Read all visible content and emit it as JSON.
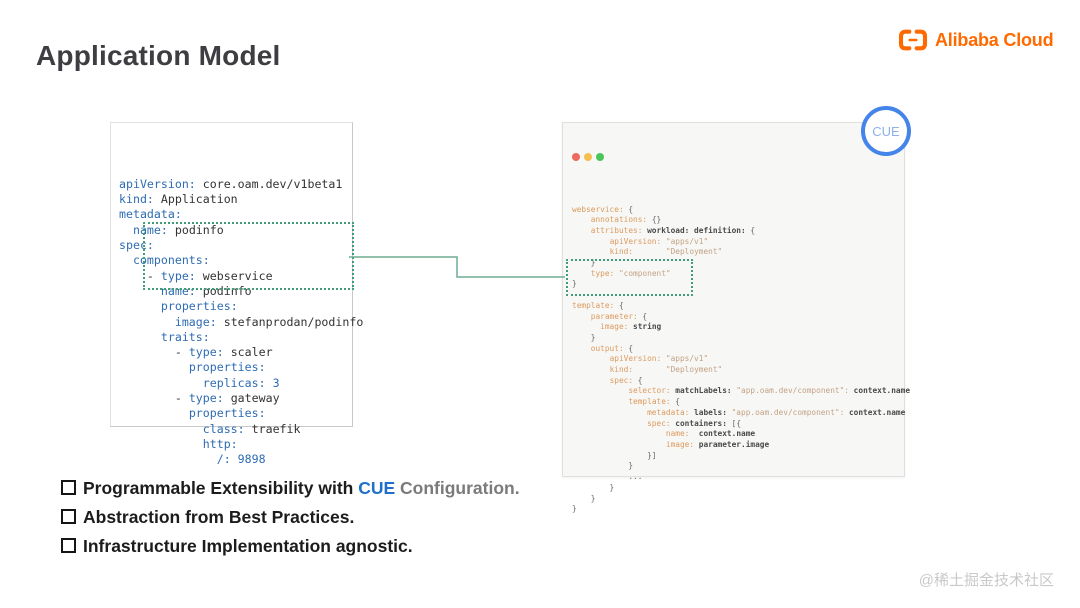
{
  "title": "Application Model",
  "logo": {
    "text": "Alibaba Cloud"
  },
  "cue_badge_label": "CUE",
  "watermark": "@稀土掘金技术社区",
  "colors": {
    "alibaba_orange": "#ff6a00",
    "yaml_key_blue": "#2e6cb3",
    "cue_key_orange": "#dc9a5e",
    "cue_string_tan": "#c3a284",
    "highlight_green": "#3f9e77",
    "connector_green": "#6fae92",
    "cue_badge_blue": "#4584e8",
    "bullet_cue_blue": "#1e70c8",
    "window_dot_red": "#ed6a5e",
    "window_dot_yellow": "#f5bf4f",
    "window_dot_green": "#4cc659"
  },
  "bullets": [
    {
      "segments": [
        [
          "dark",
          "Programmable Extensibility with "
        ],
        [
          "blue",
          "CUE"
        ],
        [
          "gray",
          " Configuration."
        ]
      ]
    },
    {
      "segments": [
        [
          "dark",
          "Abstraction from Best Practices."
        ]
      ]
    },
    {
      "segments": [
        [
          "dark",
          "Infrastructure Implementation agnostic."
        ]
      ]
    }
  ],
  "yaml_block": {
    "lines": [
      [
        [
          "k",
          "apiVersion:"
        ],
        [
          "v",
          " core.oam.dev/v1beta1"
        ]
      ],
      [
        [
          "k",
          "kind:"
        ],
        [
          "v",
          " Application"
        ]
      ],
      [
        [
          "k",
          "metadata:"
        ]
      ],
      [
        [
          "v",
          "  "
        ],
        [
          "k",
          "name:"
        ],
        [
          "v",
          " podinfo"
        ]
      ],
      [
        [
          "k",
          "spec:"
        ]
      ],
      [
        [
          "v",
          "  "
        ],
        [
          "k",
          "components:"
        ]
      ],
      [
        [
          "v",
          "    - "
        ],
        [
          "k",
          "type:"
        ],
        [
          "v",
          " webservice"
        ]
      ],
      [
        [
          "v",
          "      "
        ],
        [
          "k",
          "name:"
        ],
        [
          "v",
          " podinfo"
        ]
      ],
      [
        [
          "v",
          "      "
        ],
        [
          "k",
          "properties:"
        ]
      ],
      [
        [
          "v",
          "        "
        ],
        [
          "k",
          "image:"
        ],
        [
          "v",
          " stefanprodan/podinfo"
        ]
      ],
      [
        [
          "v",
          "      "
        ],
        [
          "k",
          "traits:"
        ]
      ],
      [
        [
          "v",
          "        - "
        ],
        [
          "k",
          "type:"
        ],
        [
          "v",
          " scaler"
        ]
      ],
      [
        [
          "v",
          "          "
        ],
        [
          "k",
          "properties:"
        ]
      ],
      [
        [
          "v",
          "            "
        ],
        [
          "k",
          "replicas:"
        ],
        [
          "num",
          " 3"
        ]
      ],
      [
        [
          "v",
          "        - "
        ],
        [
          "k",
          "type:"
        ],
        [
          "v",
          " gateway"
        ]
      ],
      [
        [
          "v",
          "          "
        ],
        [
          "k",
          "properties:"
        ]
      ],
      [
        [
          "v",
          "            "
        ],
        [
          "k",
          "class:"
        ],
        [
          "v",
          " traefik"
        ]
      ],
      [
        [
          "v",
          "            "
        ],
        [
          "k",
          "http:"
        ]
      ],
      [
        [
          "v",
          "              "
        ],
        [
          "k",
          "/:"
        ],
        [
          "num",
          " 9898"
        ]
      ]
    ]
  },
  "cue_block": {
    "lines": [
      [
        [
          "ok",
          "webservice:"
        ],
        [
          "pu",
          " {"
        ]
      ],
      [
        [
          "pu",
          "    "
        ],
        [
          "ok",
          "annotations:"
        ],
        [
          "pu",
          " {}"
        ]
      ],
      [
        [
          "pu",
          "    "
        ],
        [
          "ok",
          "attributes:"
        ],
        [
          "bk",
          " workload: definition:"
        ],
        [
          "pu",
          " {"
        ]
      ],
      [
        [
          "pu",
          "        "
        ],
        [
          "ok",
          "apiVersion:"
        ],
        [
          "s",
          " \"apps/v1\""
        ]
      ],
      [
        [
          "pu",
          "        "
        ],
        [
          "ok",
          "kind:"
        ],
        [
          "s",
          "       \"Deployment\""
        ]
      ],
      [
        [
          "pu",
          "    }"
        ]
      ],
      [
        [
          "pu",
          "    "
        ],
        [
          "ok",
          "type:"
        ],
        [
          "s",
          " \"component\""
        ]
      ],
      [
        [
          "pu",
          "}"
        ]
      ],
      [],
      [
        [
          "ok",
          "template:"
        ],
        [
          "pu",
          " {"
        ]
      ],
      [
        [
          "pu",
          "    "
        ],
        [
          "ok",
          "parameter:"
        ],
        [
          "pu",
          " {"
        ]
      ],
      [
        [
          "pu",
          "      "
        ],
        [
          "ok",
          "image:"
        ],
        [
          "bk",
          " string"
        ]
      ],
      [
        [
          "pu",
          "    }"
        ]
      ],
      [
        [
          "pu",
          "    "
        ],
        [
          "ok",
          "output:"
        ],
        [
          "pu",
          " {"
        ]
      ],
      [
        [
          "pu",
          "        "
        ],
        [
          "ok",
          "apiVersion:"
        ],
        [
          "s",
          " \"apps/v1\""
        ]
      ],
      [
        [
          "pu",
          "        "
        ],
        [
          "ok",
          "kind:"
        ],
        [
          "s",
          "       \"Deployment\""
        ]
      ],
      [
        [
          "pu",
          "        "
        ],
        [
          "ok",
          "spec:"
        ],
        [
          "pu",
          " {"
        ]
      ],
      [
        [
          "pu",
          "            "
        ],
        [
          "ok",
          "selector:"
        ],
        [
          "bk",
          " matchLabels:"
        ],
        [
          "s",
          " \"app.oam.dev/component\":"
        ],
        [
          "bk",
          " context.name"
        ]
      ],
      [
        [
          "pu",
          "            "
        ],
        [
          "ok",
          "template:"
        ],
        [
          "pu",
          " {"
        ]
      ],
      [
        [
          "pu",
          "                "
        ],
        [
          "ok",
          "metadata:"
        ],
        [
          "bk",
          " labels:"
        ],
        [
          "s",
          " \"app.oam.dev/component\":"
        ],
        [
          "bk",
          " context.name"
        ]
      ],
      [
        [
          "pu",
          "                "
        ],
        [
          "ok",
          "spec:"
        ],
        [
          "bk",
          " containers:"
        ],
        [
          "pu",
          " [{"
        ]
      ],
      [
        [
          "pu",
          "                    "
        ],
        [
          "ok",
          "name:"
        ],
        [
          "bk",
          "  context.name"
        ]
      ],
      [
        [
          "pu",
          "                    "
        ],
        [
          "ok",
          "image:"
        ],
        [
          "bk",
          " parameter.image"
        ]
      ],
      [
        [
          "pu",
          "                }]"
        ]
      ],
      [
        [
          "pu",
          "            }"
        ]
      ],
      [
        [
          "pu",
          "            ..."
        ]
      ],
      [
        [
          "pu",
          "        }"
        ]
      ],
      [
        [
          "pu",
          "    }"
        ]
      ],
      [
        [
          "pu",
          "}"
        ]
      ]
    ]
  }
}
